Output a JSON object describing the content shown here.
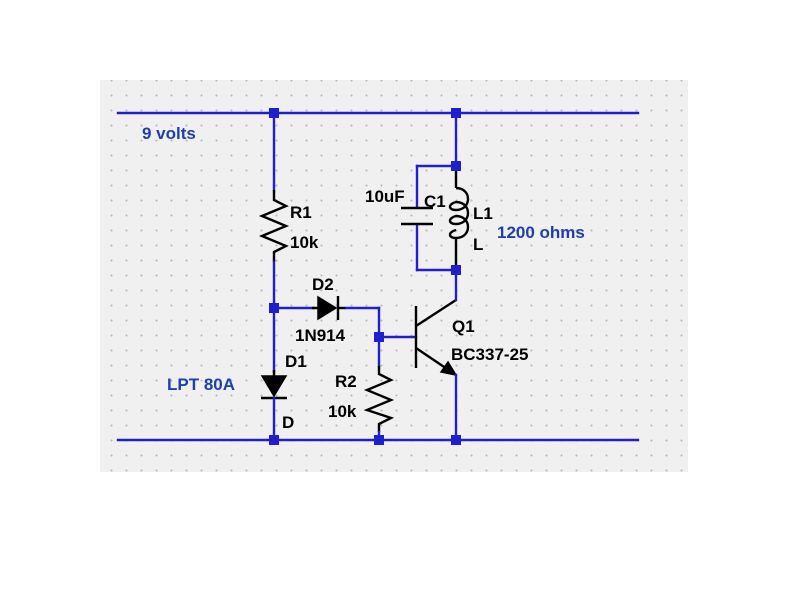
{
  "nets": {
    "supply_label": "9 volts",
    "coil_resistance": "1200 ohms",
    "led_label": "LPT 80A"
  },
  "components": {
    "r1": {
      "ref": "R1",
      "value": "10k"
    },
    "r2": {
      "ref": "R2",
      "value": "10k"
    },
    "d1": {
      "ref": "D1",
      "value": "D"
    },
    "d2": {
      "ref": "D2",
      "value": "1N914"
    },
    "c1": {
      "ref": "C1",
      "value": "10uF"
    },
    "l1": {
      "ref": "L1",
      "value": "L"
    },
    "q1": {
      "ref": "Q1",
      "value": "BC337-25"
    }
  },
  "colors": {
    "wire": "#1f1fcf",
    "component": "#000000",
    "net_label": "#1f3fae",
    "background": "#f0f0f0"
  }
}
